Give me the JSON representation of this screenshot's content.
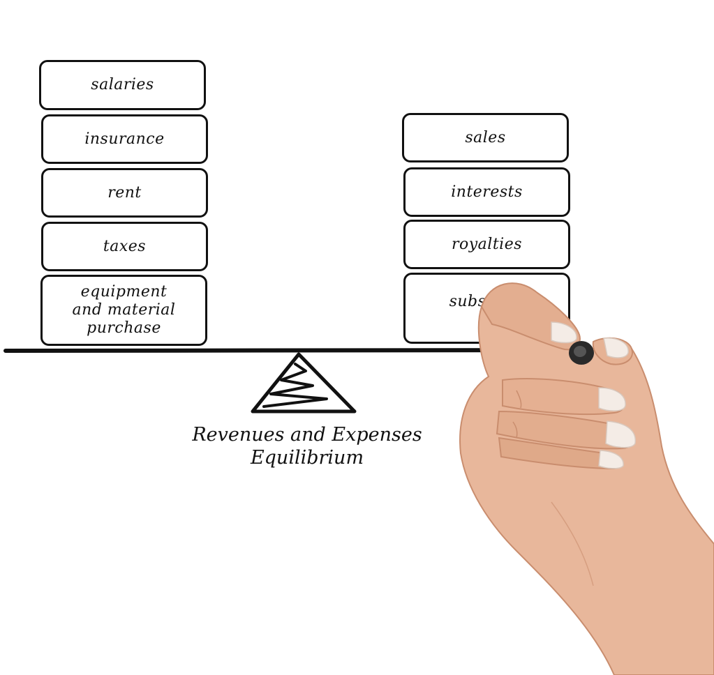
{
  "expenses": [
    {
      "label": "salaries"
    },
    {
      "label": "insurance"
    },
    {
      "label": "rent"
    },
    {
      "label": "taxes"
    },
    {
      "label": "equipment\nand material\npurchase"
    }
  ],
  "revenues": [
    {
      "label": "sales"
    },
    {
      "label": "interests"
    },
    {
      "label": "royalties"
    },
    {
      "label": "subsidies"
    }
  ],
  "caption": {
    "line1": "Revenues and Expenses",
    "line2": "Equilibrium"
  },
  "colors": {
    "ink": "#111111",
    "background": "#ffffff",
    "skin": "#e8b79b",
    "skin_shadow": "#c98d6e",
    "nail": "#f4ece6",
    "marker": "#2a2a2a"
  },
  "icons": {
    "fulcrum": "triangle-fulcrum-icon",
    "hand": "hand-with-marker-illustration"
  }
}
